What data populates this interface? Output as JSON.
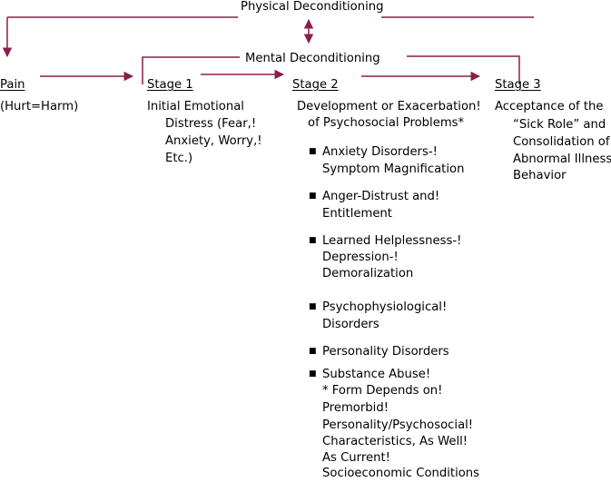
{
  "top_label": "Physical Deconditioning",
  "mid_label": "Mental Deconditioning",
  "pain": {
    "heading": "Pain",
    "lines": [
      "(Hurt=Harm)"
    ]
  },
  "stage1": {
    "heading": "Stage 1",
    "lines": [
      "Initial Emotional",
      "Distress (Fear,!",
      "Anxiety, Worry,!",
      "Etc.)"
    ]
  },
  "stage2": {
    "heading": "Stage 2",
    "lines": [
      "Development or Exacerbation!",
      "of Psychosocial Problems*"
    ],
    "bullets": [
      {
        "lines": [
          "Anxiety Disorders-!",
          "Symptom Magnification"
        ]
      },
      {
        "lines": [
          "Anger-Distrust and!",
          "Entitlement"
        ]
      },
      {
        "lines": [
          "Learned Helplessness-!",
          "Depression-!",
          "Demoralization"
        ]
      },
      {
        "lines": [
          "Psychophysiological!",
          "Disorders"
        ]
      },
      {
        "lines": [
          "Personality Disorders"
        ]
      },
      {
        "lines": [
          "Substance Abuse!",
          "* Form Depends on!",
          "Premorbid!",
          "Personality/Psychosocial!",
          "Characteristics, As Well!",
          "As Current!",
          "Socioeconomic Conditions"
        ]
      }
    ]
  },
  "stage3": {
    "heading": "Stage 3",
    "lines": [
      "Acceptance of the",
      "“Sick Role” and",
      "Consolidation of!",
      "Abnormal Illness!",
      "Behavior"
    ]
  },
  "bullet_glyph": "■",
  "colors": {
    "arrow": "#8c1d4a",
    "text": "#000000"
  }
}
